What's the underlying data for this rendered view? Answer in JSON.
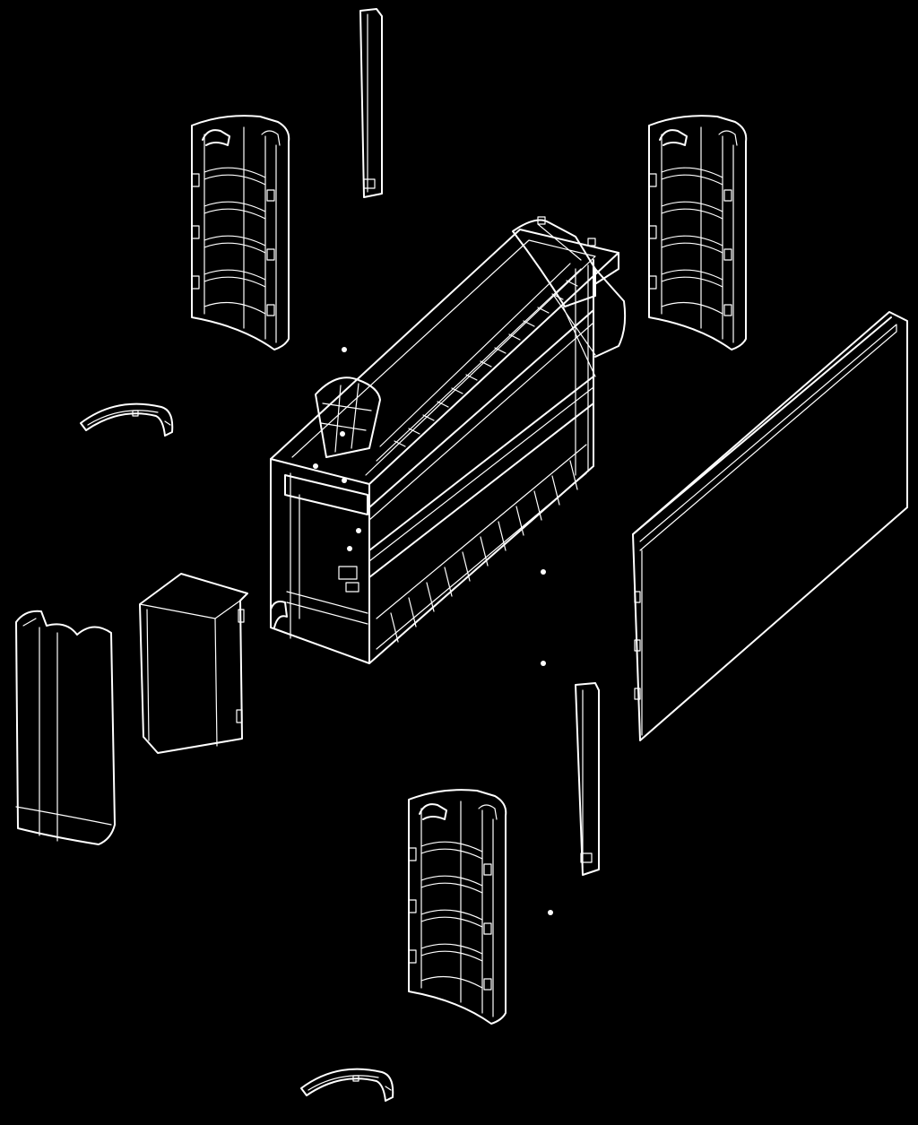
{
  "colors": {
    "background": "#000000",
    "line": "#ffffff"
  },
  "parts": [
    "upper-left-side-panel",
    "upper-right-side-panel",
    "lower-side-panel",
    "top-vertical-strip",
    "right-vertical-strip",
    "left-curved-bracket",
    "bottom-curved-bracket",
    "main-chassis-frame",
    "front-cover-panel",
    "end-cap-cover",
    "control-box-cover",
    "screw"
  ]
}
